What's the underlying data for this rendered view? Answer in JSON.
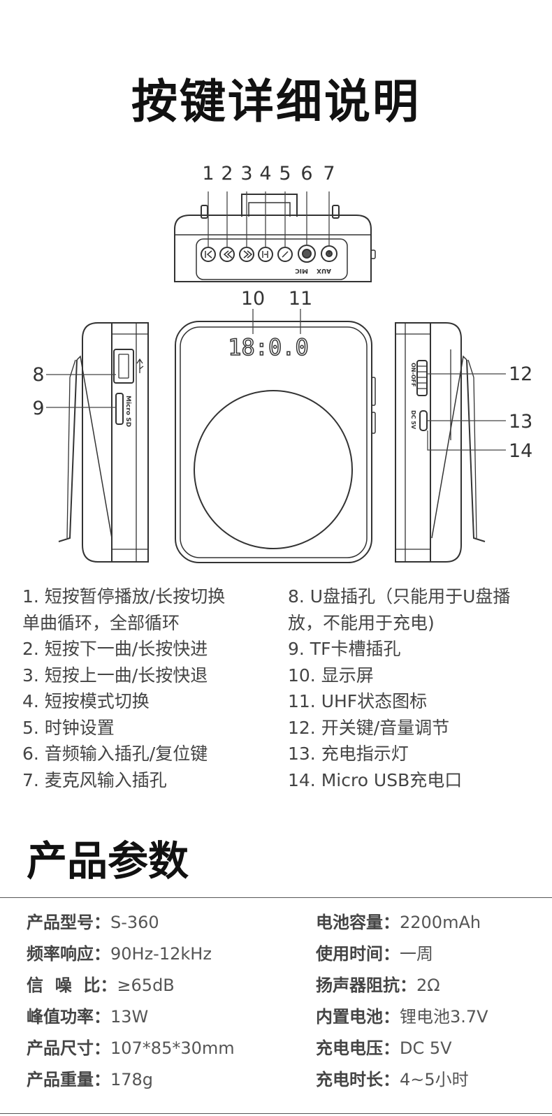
{
  "title": "按键详细说明",
  "callouts": {
    "top": [
      "1",
      "2",
      "3",
      "4",
      "5",
      "6",
      "7"
    ],
    "n8": "8",
    "n9": "9",
    "n10": "10",
    "n11": "11",
    "n12": "12",
    "n13": "13",
    "n14": "14"
  },
  "device_text": {
    "aux": "AUX",
    "mic": "MIC",
    "display": "18:0.0",
    "micro_sd": "Micro SD",
    "dc5v": "DC 5V",
    "on_off": "ON-OFF"
  },
  "descriptions_left": [
    "1. 短按暂停播放/长按切换单曲循环，全部循环",
    "2. 短按下一曲/长按快进",
    "3. 短按上一曲/长按快退",
    "4. 短按模式切换",
    "5. 时钟设置",
    "6. 音频输入插孔/复位键",
    "7. 麦克风输入插孔"
  ],
  "descriptions_right": [
    "8. U盘插孔（只能用于U盘播放，不能用于充电)",
    "9. TF卡槽插孔",
    "10. 显示屏",
    "11. UHF状态图标",
    "12. 开关键/音量调节",
    "13. 充电指示灯",
    "14. Micro USB充电口"
  ],
  "specs_title": "产品参数",
  "specs_left": [
    {
      "label": "产品型号：",
      "value": "S-360"
    },
    {
      "label": "频率响应：",
      "value": "90Hz-12kHz"
    },
    {
      "label": "信  噪  比：",
      "value": "≥65dB"
    },
    {
      "label": "峰值功率：",
      "value": "13W"
    },
    {
      "label": "产品尺寸：",
      "value": "107*85*30mm"
    },
    {
      "label": "产品重量：",
      "value": "178g"
    }
  ],
  "specs_right": [
    {
      "label": "电池容量：",
      "value": "2200mAh"
    },
    {
      "label": "使用时间：",
      "value": "一周"
    },
    {
      "label": "扬声器阻抗：",
      "value": "2Ω"
    },
    {
      "label": "内置电池：",
      "value": "锂电池3.7V"
    },
    {
      "label": "充电电压：",
      "value": "DC 5V"
    },
    {
      "label": "充电时长：",
      "value": "4~5小时"
    }
  ]
}
